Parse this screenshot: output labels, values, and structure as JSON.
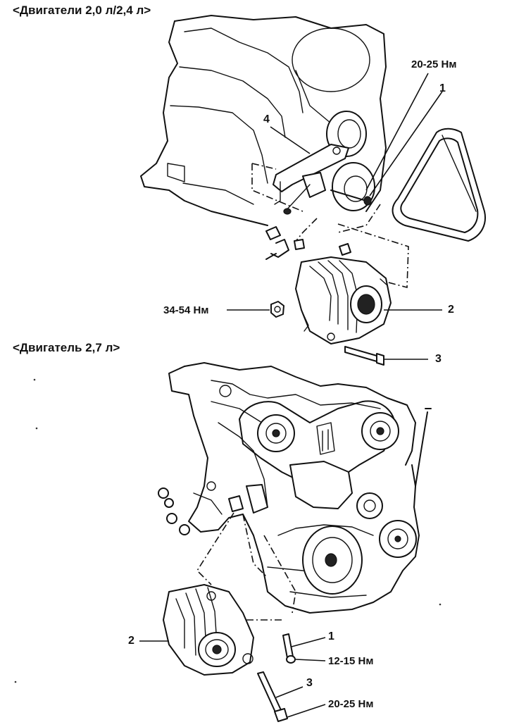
{
  "sections": {
    "top_title": "<Двигатели 2,0 л/2,4 л>",
    "bottom_title": "<Двигатель 2,7 л>"
  },
  "top_callouts": {
    "torque_upper": "20-25 Нм",
    "part_1": "1",
    "part_4": "4",
    "part_2": "2",
    "torque_nut": "34-54 Нм",
    "part_3": "3"
  },
  "bottom_callouts": {
    "part_2": "2",
    "part_1": "1",
    "torque_1": "12-15 Нм",
    "part_3": "3",
    "torque_3": "20-25 Нм"
  },
  "icons": [
    "engine-block-outline",
    "drive-belt",
    "alternator",
    "bolt",
    "nut",
    "bracket",
    "pulley"
  ]
}
